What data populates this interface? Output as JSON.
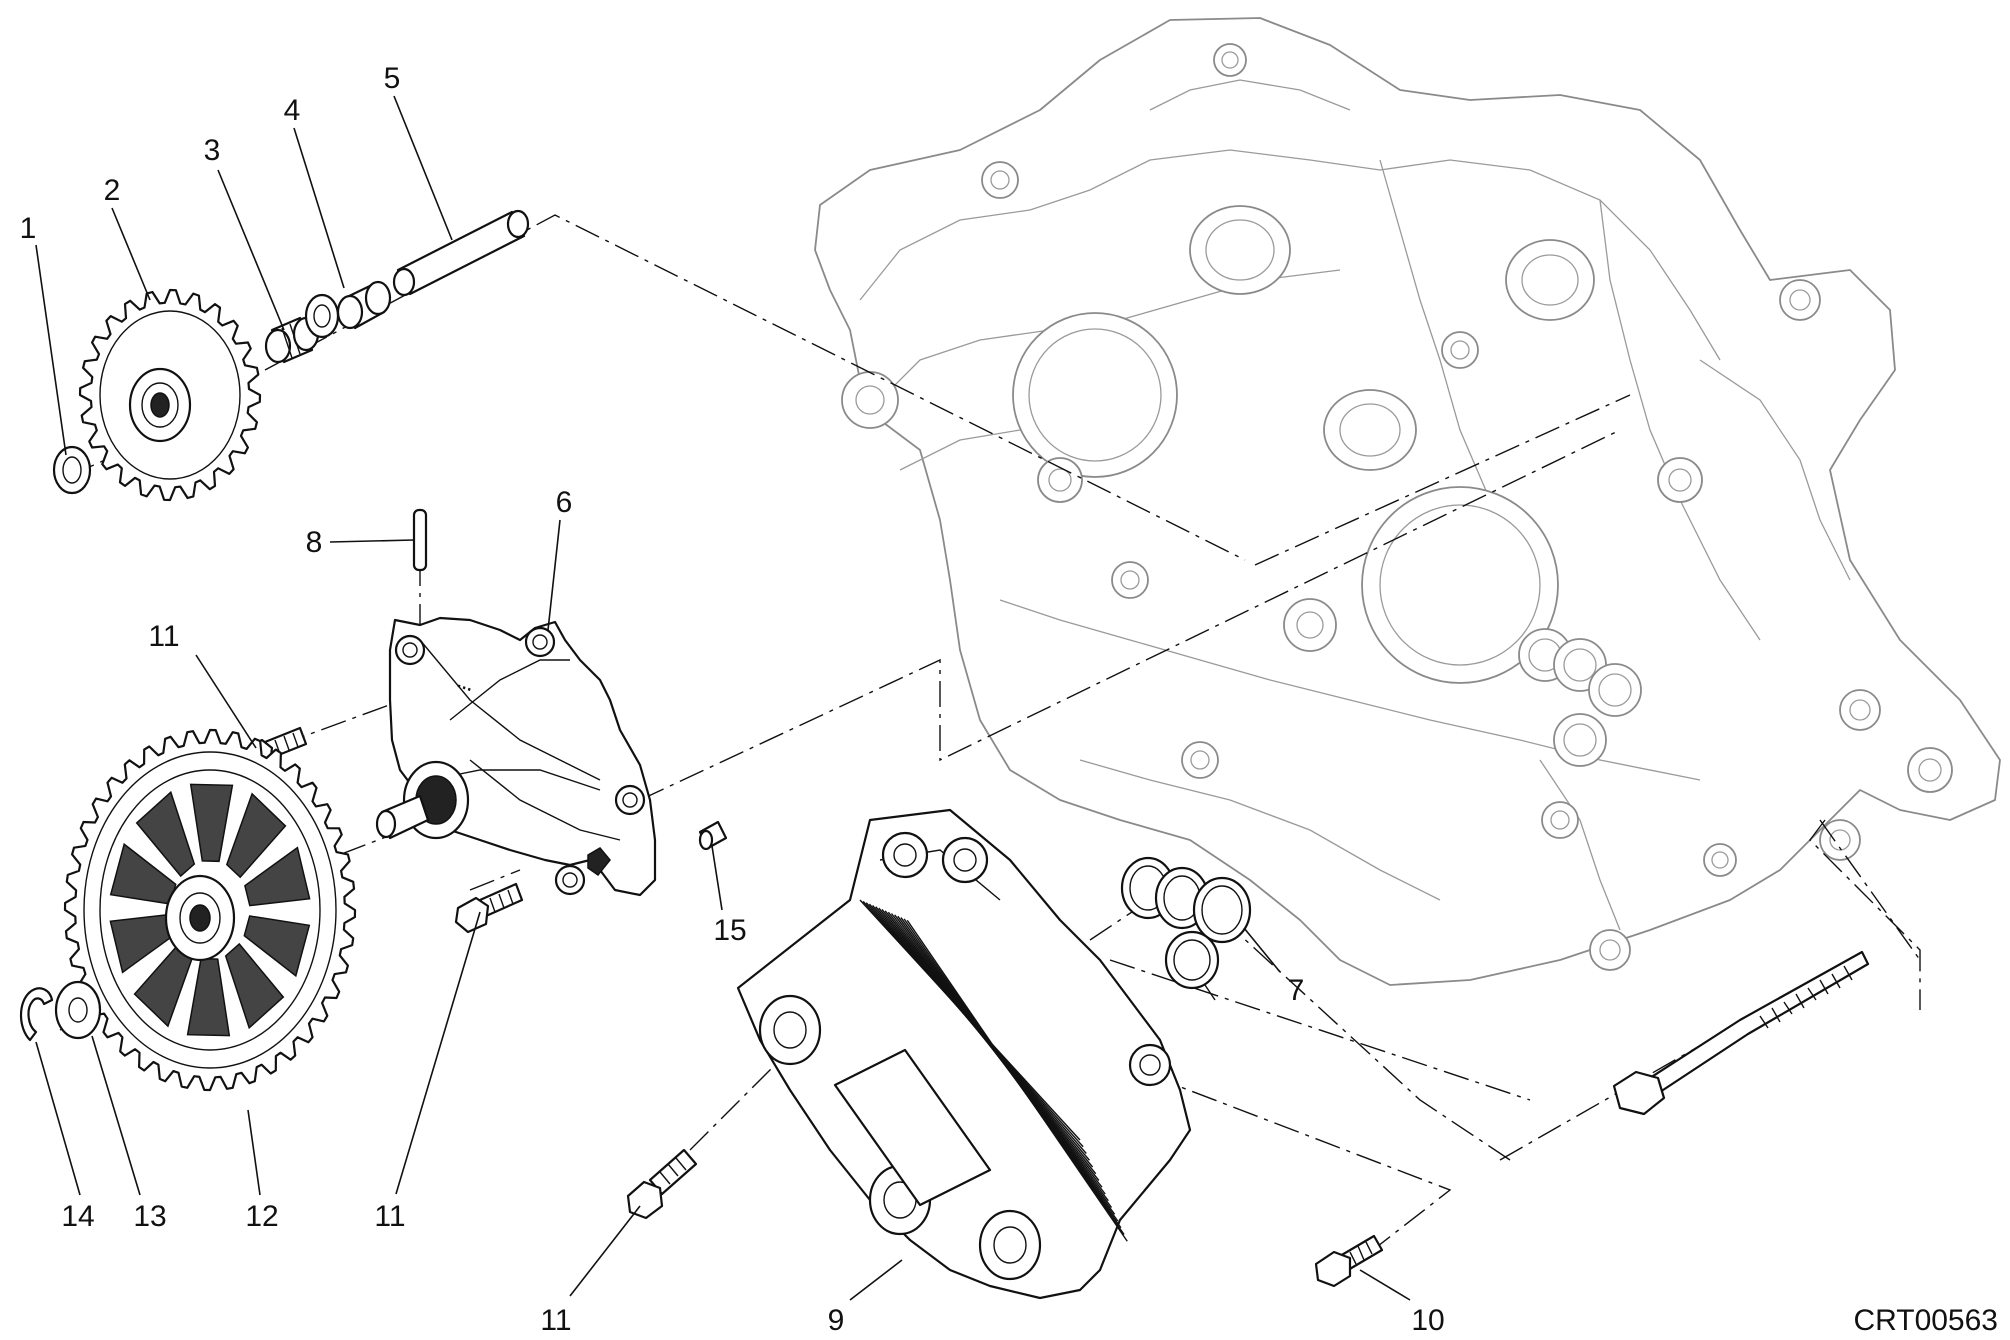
{
  "diagram": {
    "drawing_code": "CRT00563",
    "callouts": [
      {
        "id": "c1",
        "label": "1"
      },
      {
        "id": "c2",
        "label": "2"
      },
      {
        "id": "c3",
        "label": "3"
      },
      {
        "id": "c4",
        "label": "4"
      },
      {
        "id": "c5",
        "label": "5"
      },
      {
        "id": "c6",
        "label": "6"
      },
      {
        "id": "c7",
        "label": "7"
      },
      {
        "id": "c8",
        "label": "8"
      },
      {
        "id": "c9",
        "label": "9"
      },
      {
        "id": "c10",
        "label": "10"
      },
      {
        "id": "c11a",
        "label": "11"
      },
      {
        "id": "c11b",
        "label": "11"
      },
      {
        "id": "c11c",
        "label": "11"
      },
      {
        "id": "c12",
        "label": "12"
      },
      {
        "id": "c13",
        "label": "13"
      },
      {
        "id": "c14",
        "label": "14"
      },
      {
        "id": "c15",
        "label": "15"
      }
    ]
  }
}
